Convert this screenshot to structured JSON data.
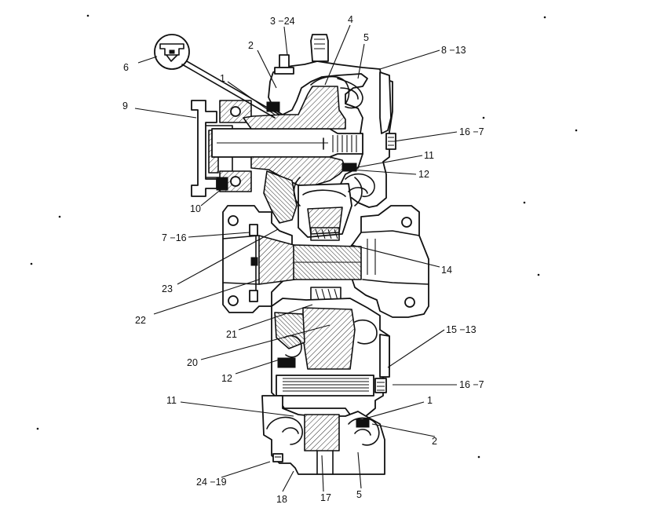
{
  "callouts": [
    {
      "id": "c-3-24",
      "text": "3 −24"
    },
    {
      "id": "c-4",
      "text": "4"
    },
    {
      "id": "c-2-top",
      "text": "2"
    },
    {
      "id": "c-5-top",
      "text": "5"
    },
    {
      "id": "c-8-13",
      "text": "8 −13"
    },
    {
      "id": "c-6",
      "text": "6"
    },
    {
      "id": "c-1-top",
      "text": "1"
    },
    {
      "id": "c-9",
      "text": "9"
    },
    {
      "id": "c-16-7-top",
      "text": "16 −7"
    },
    {
      "id": "c-11-top",
      "text": "11"
    },
    {
      "id": "c-12-top",
      "text": "12"
    },
    {
      "id": "c-10",
      "text": "10"
    },
    {
      "id": "c-7-16",
      "text": "7 −16"
    },
    {
      "id": "c-14",
      "text": "14"
    },
    {
      "id": "c-23",
      "text": "23"
    },
    {
      "id": "c-22",
      "text": "22"
    },
    {
      "id": "c-21",
      "text": "21"
    },
    {
      "id": "c-15-13",
      "text": "15 −13"
    },
    {
      "id": "c-20",
      "text": "20"
    },
    {
      "id": "c-12-bottom",
      "text": "12"
    },
    {
      "id": "c-16-7-bottom",
      "text": "16 −7"
    },
    {
      "id": "c-11-bottom",
      "text": "11"
    },
    {
      "id": "c-1-bottom",
      "text": "1"
    },
    {
      "id": "c-2-bottom",
      "text": "2"
    },
    {
      "id": "c-24-19",
      "text": "24 −19"
    },
    {
      "id": "c-18",
      "text": "18"
    },
    {
      "id": "c-17",
      "text": "17"
    },
    {
      "id": "c-5-bottom",
      "text": "5"
    }
  ]
}
